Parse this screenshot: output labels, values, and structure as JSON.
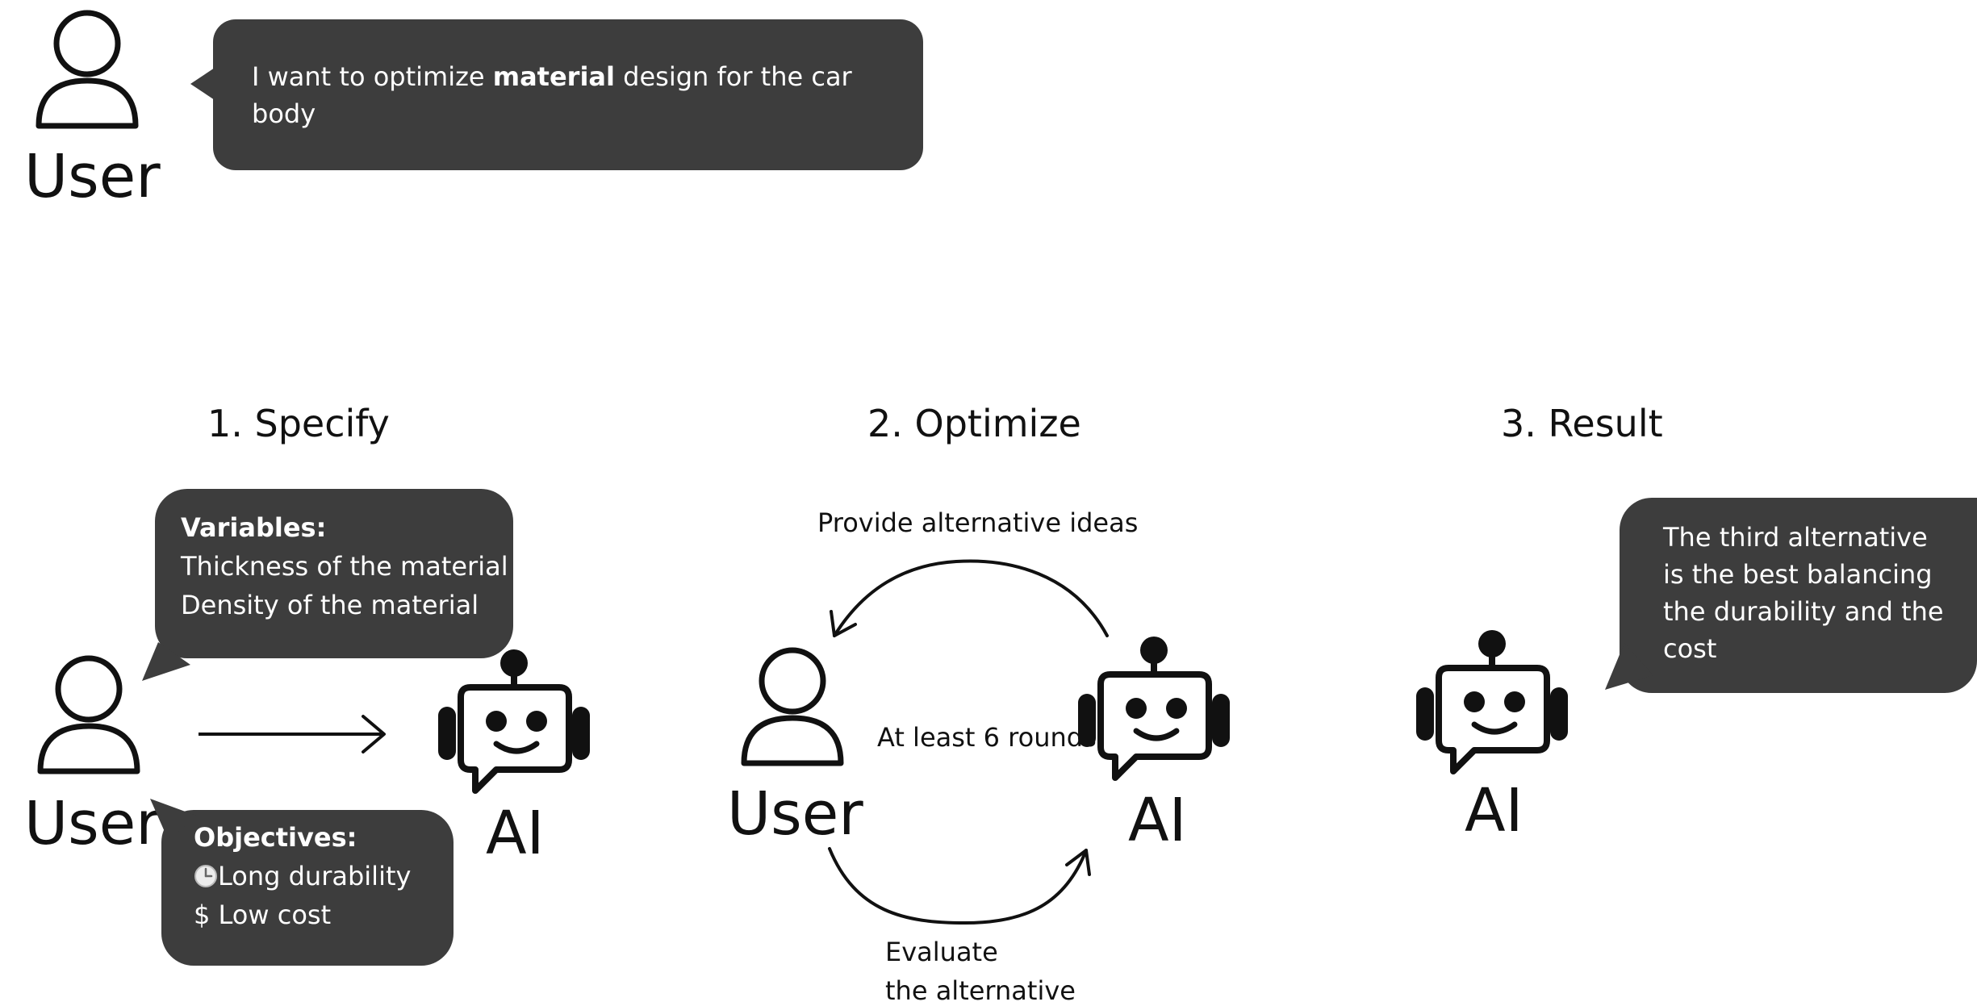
{
  "intro": {
    "user_label": "User",
    "request_prefix": "I want to optimize ",
    "request_bold": "material",
    "request_suffix_line1": " design for the car",
    "request_line2": "body"
  },
  "steps": [
    {
      "title": "1. Specify"
    },
    {
      "title": "2. Optimize"
    },
    {
      "title": "3. Result"
    }
  ],
  "specify": {
    "user_label": "User",
    "ai_label": "AI",
    "variables": {
      "heading": "Variables:",
      "items": [
        "Thickness of the material",
        "Density of the material"
      ]
    },
    "objectives": {
      "heading": "Objectives:",
      "items": [
        {
          "icon": "clock-icon",
          "text": "Long durability"
        },
        {
          "icon": "",
          "text": "$ Low cost"
        }
      ]
    }
  },
  "optimize": {
    "user_label": "User",
    "ai_label": "AI",
    "top_caption": "Provide alternative ideas",
    "middle_caption": "At least 6 rounds",
    "bottom_caption_line1": "Evaluate",
    "bottom_caption_line2": "the alternative"
  },
  "result": {
    "ai_label": "AI",
    "message_lines": [
      "The third alternative",
      "is the best balancing",
      "the durability and the",
      "cost"
    ]
  },
  "colors": {
    "bubble_bg": "#3d3d3d",
    "bubble_text": "#ffffff",
    "icon_stroke": "#111111",
    "background": "#ffffff"
  }
}
